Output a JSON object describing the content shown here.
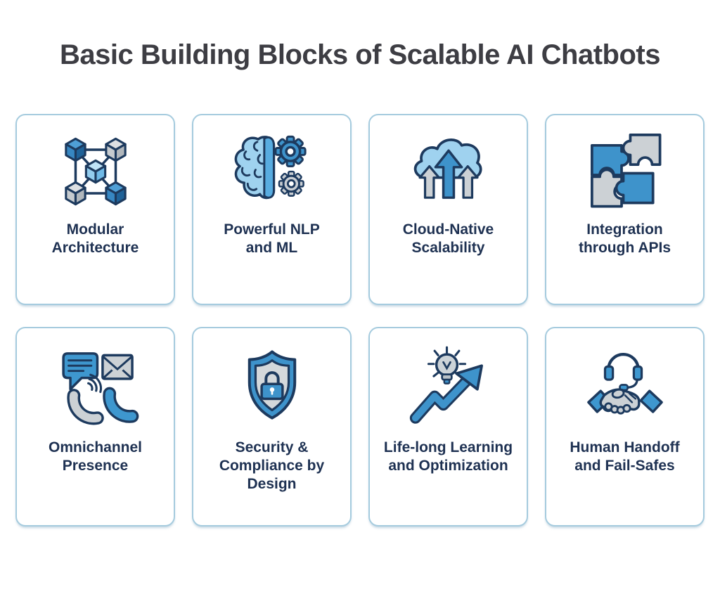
{
  "title": "Basic Building Blocks of Scalable AI Chatbots",
  "colors": {
    "accent_blue": "#3e93cb",
    "light_blue": "#9fd2ef",
    "pale_blue": "#bfe3f7",
    "gray": "#ccd1d5",
    "outline_navy": "#1d3a5e",
    "label_navy": "#1e3152",
    "card_border": "#a5cbde",
    "title_color": "#3d3d43",
    "background": "#ffffff"
  },
  "cards": [
    {
      "label": "Modular\nArchitecture",
      "icon": "modular-cubes-icon"
    },
    {
      "label": "Powerful NLP\nand ML",
      "icon": "brain-gears-icon"
    },
    {
      "label": "Cloud-Native\nScalability",
      "icon": "cloud-scaling-arrows-icon"
    },
    {
      "label": "Integration\nthrough APIs",
      "icon": "puzzle-pieces-icon"
    },
    {
      "label": "Omnichannel\nPresence",
      "icon": "omnichannel-icon"
    },
    {
      "label": "Security &\nCompliance by\nDesign",
      "icon": "shield-lock-icon"
    },
    {
      "label": "Life-long Learning\nand Optimization",
      "icon": "bulb-growth-arrow-icon"
    },
    {
      "label": "Human Handoff\nand Fail-Safes",
      "icon": "headset-handshake-icon"
    }
  ]
}
